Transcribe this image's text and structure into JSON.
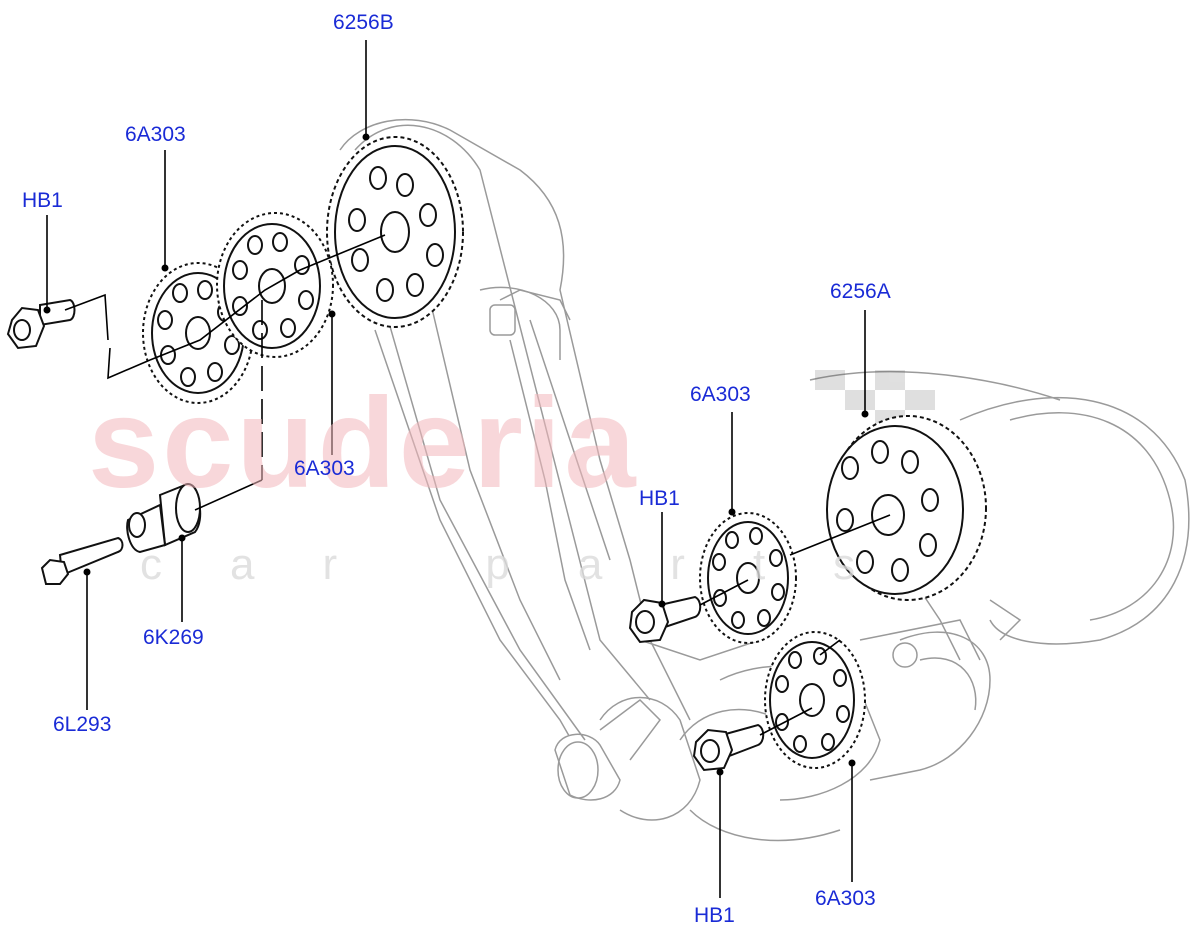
{
  "callouts": [
    {
      "id": "6256B",
      "label": "6256B"
    },
    {
      "id": "6A303-top",
      "label": "6A303"
    },
    {
      "id": "HB1-left",
      "label": "HB1"
    },
    {
      "id": "6A303-mid",
      "label": "6A303"
    },
    {
      "id": "6K269",
      "label": "6K269"
    },
    {
      "id": "6L293",
      "label": "6L293"
    },
    {
      "id": "6256A",
      "label": "6256A"
    },
    {
      "id": "6A303-right",
      "label": "6A303"
    },
    {
      "id": "HB1-right",
      "label": "HB1"
    },
    {
      "id": "HB1-bottom",
      "label": "HB1"
    },
    {
      "id": "6A303-bottom",
      "label": "6A303"
    }
  ],
  "watermark": {
    "main": "scuderia",
    "sub": "car parts"
  },
  "colors": {
    "callout_text": "#1a2bd6",
    "watermark": "#f3b8bc",
    "engine_outline": "#9a9a9a",
    "parts_outline": "#111111"
  }
}
